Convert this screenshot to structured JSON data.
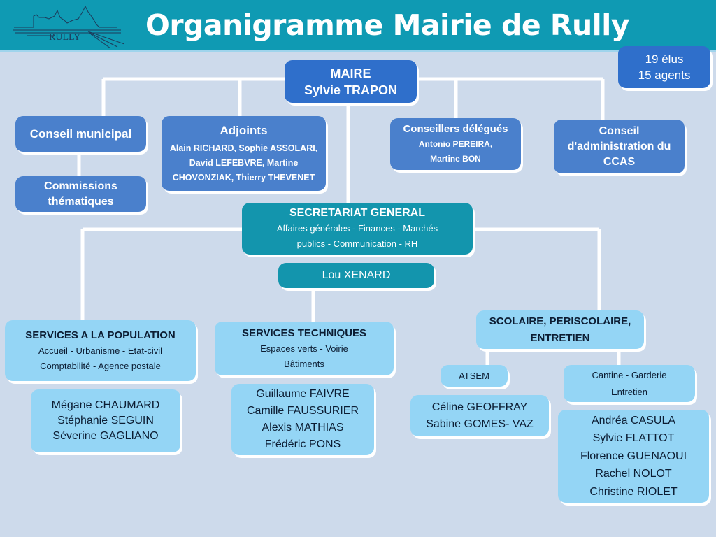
{
  "header": {
    "title": "Organigramme Mairie de Rully",
    "logo_text": "RULLY",
    "logo_icon": "village-skyline-icon"
  },
  "stats": {
    "elus": "19 élus",
    "agents": "15 agents"
  },
  "maire": {
    "role": "MAIRE",
    "name": "Sylvie TRAPON"
  },
  "conseil_municipal": {
    "label": "Conseil municipal"
  },
  "commissions": {
    "line1": "Commissions",
    "line2": "thématiques"
  },
  "adjoints": {
    "title": "Adjoints",
    "lines": [
      "Alain RICHARD, Sophie ASSOLARI,",
      "David LEFEBVRE, Martine",
      "CHOVONZIAK, Thierry THEVENET"
    ]
  },
  "conseillers_delegues": {
    "title": "Conseillers délégués",
    "lines": [
      "Antonio PEREIRA,",
      "Martine BON"
    ]
  },
  "ccas": {
    "lines": [
      "Conseil",
      "d'administration du",
      "CCAS"
    ]
  },
  "secretariat": {
    "title": "SECRETARIAT GENERAL",
    "lines": [
      "Affaires générales - Finances - Marchés",
      "publics - Communication - RH"
    ],
    "person": "Lou XENARD"
  },
  "services_population": {
    "title": "SERVICES A LA POPULATION",
    "lines": [
      "Accueil - Urbanisme - Etat-civil",
      "Comptabilité - Agence postale"
    ],
    "staff": [
      "Mégane CHAUMARD",
      "Stéphanie SEGUIN",
      "Séverine GAGLIANO"
    ]
  },
  "services_techniques": {
    "title": "SERVICES TECHNIQUES",
    "lines": [
      "Espaces verts - Voirie",
      "Bâtiments"
    ],
    "staff": [
      "Guillaume FAIVRE",
      "Camille FAUSSURIER",
      "Alexis MATHIAS",
      "Frédéric PONS"
    ]
  },
  "scolaire": {
    "lines": [
      "SCOLAIRE, PERISCOLAIRE,",
      "ENTRETIEN"
    ],
    "atsem": {
      "label": "ATSEM",
      "staff": [
        "Céline GEOFFRAY",
        "Sabine GOMES- VAZ"
      ]
    },
    "cantine": {
      "lines": [
        "Cantine - Garderie",
        "Entretien"
      ],
      "staff": [
        "Andréa CASULA",
        "Sylvie FLATTOT",
        "Florence GUENAOUI",
        "Rachel NOLOT",
        "Christine RIOLET"
      ]
    }
  },
  "colors": {
    "header": "#0f9ab3",
    "background": "#cddaeb",
    "elected_dark": "#2f6fcb",
    "elected": "#4a80cc",
    "secretariat": "#1395ad",
    "services": "#94d5f5",
    "connector": "#ffffff"
  }
}
